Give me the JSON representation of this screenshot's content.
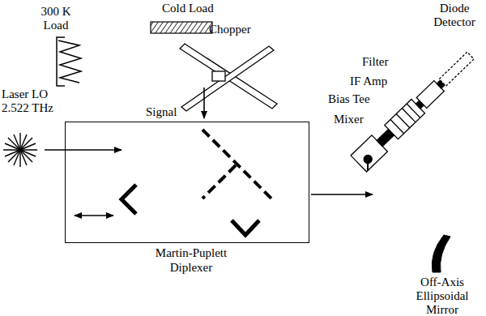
{
  "diagram": {
    "nodes": [
      {
        "text": [
          "Martin-Puplett Diplexer"
        ]
      }
    ],
    "labels": [
      "300 K Load",
      "Cold Load",
      "Chopper",
      "Laser LO 2.522 THz",
      "Signal",
      "Diode Detector",
      "Filter",
      "IF Amp",
      "Bias Tee",
      "Mixer",
      "Off-Axis Ellipsoidal Mirror"
    ]
  }
}
